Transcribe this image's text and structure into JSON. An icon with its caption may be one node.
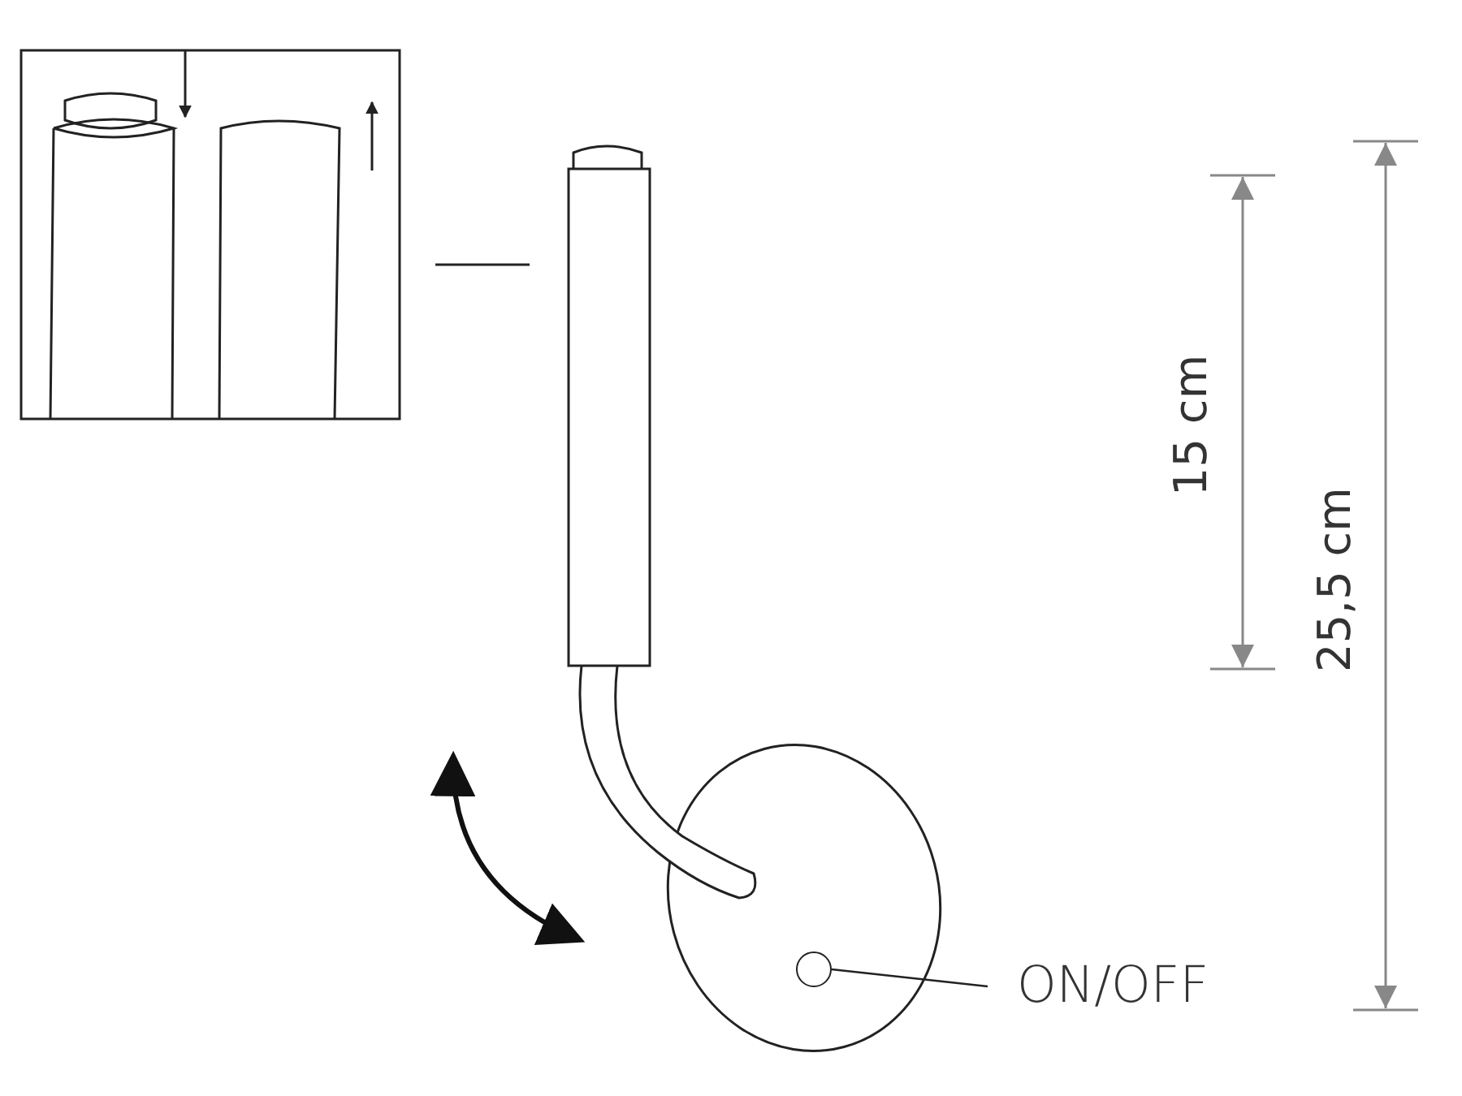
{
  "diagram": {
    "nodes": [
      {
        "text": [
          "ON/OFF"
        ]
      },
      {
        "text": [],
        "shape": "circle"
      }
    ],
    "edges": [
      {
        "from": 0,
        "to": 1,
        "arrow": "none"
      }
    ],
    "labels": [
      "15 cm",
      "25,5 cm"
    ]
  }
}
